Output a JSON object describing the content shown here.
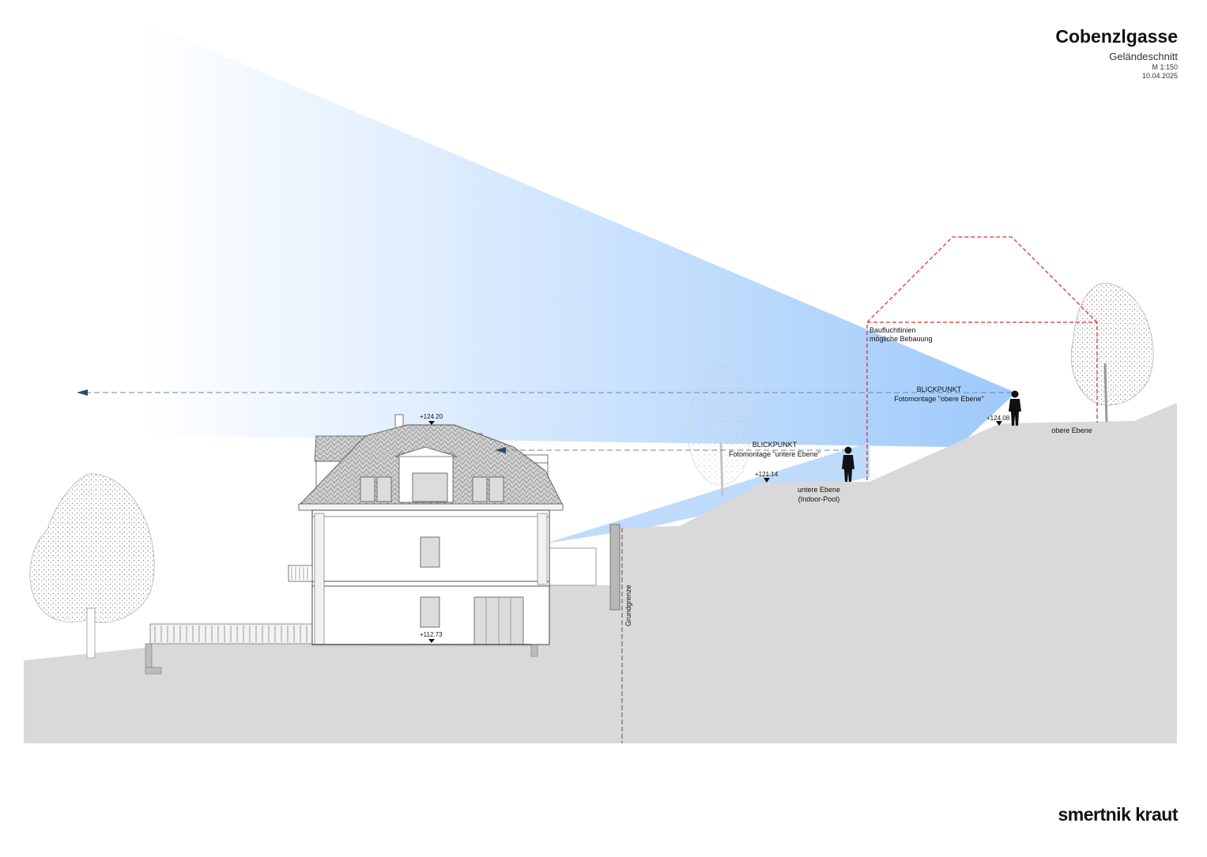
{
  "header": {
    "project": "Cobenzlgasse",
    "drawing": "Geländeschnitt",
    "scale": "M 1:150",
    "date": "10.04.2025"
  },
  "brand": "smertnik kraut",
  "levels": {
    "ridge": "+124.20",
    "ground_floor": "+112.73",
    "lower_terrace": "+121.14",
    "upper_terrace": "+124.08"
  },
  "labels": {
    "property_line": "Grundgrenze",
    "building_lines_1": "Baufluchtlinien",
    "building_lines_2": "mögliche Bebauung",
    "view_upper_1": "BLICKPUNKT",
    "view_upper_2": "Fotomontage \"obere Ebene\"",
    "view_lower_1": "BLICKPUNKT",
    "view_lower_2": "Fotomontage \"untere Ebene\"",
    "lower_level_1": "untere Ebene",
    "lower_level_2": "(Indoor-Pool)",
    "upper_level": "obere Ebene"
  },
  "colors": {
    "view_cone": "#9ec9fb",
    "terrain": "#d9d9d9",
    "building_line": "#e03030",
    "view_arrow": "#2e4a66"
  }
}
